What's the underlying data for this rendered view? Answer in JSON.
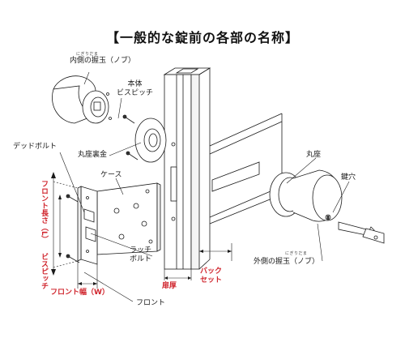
{
  "title": "【一般的な錠前の各部の名称】",
  "labels": {
    "inner_knob_ruby": "にぎりだま",
    "inner_knob": "内側の握玉（ノブ）",
    "body_screw": "本体\nビスピッチ",
    "dead_bolt": "デッドボルト",
    "round_seat_back": "丸座裏金",
    "case": "ケース",
    "front_length": "フロント長さ（L）",
    "screw_pitch": "ビスピッチ",
    "front_width": "フロント幅（W）",
    "front": "フロント",
    "latch_bolt": "ラッチ\nボルト",
    "door_thickness": "扉厚",
    "backset": "バック\nセット",
    "round_seat": "丸座",
    "keyhole": "鍵穴",
    "outer_knob_ruby": "にぎりだま",
    "outer_knob": "外側の握玉（ノブ）"
  },
  "colors": {
    "accent": "#d0262e",
    "line": "#1a1a1a"
  }
}
